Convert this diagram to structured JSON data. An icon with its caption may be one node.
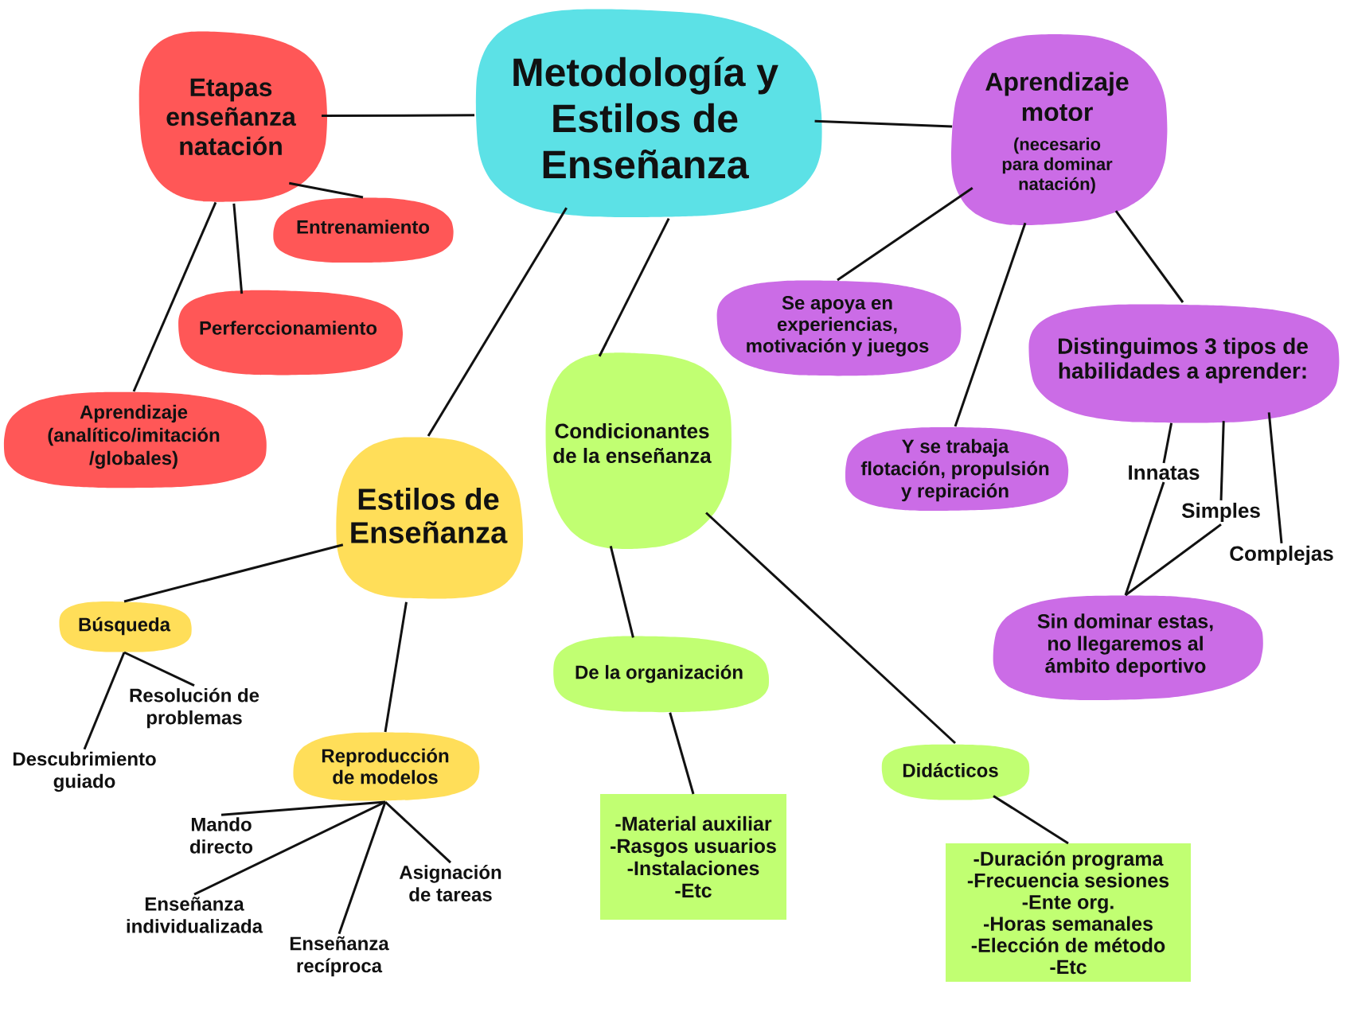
{
  "diagram": {
    "nodes": [
      {
        "text": [
          "Metodología y Estilos de Enseñanza"
        ]
      },
      {
        "text": [
          "Etapas enseñanza natación"
        ]
      },
      {
        "text": [
          "Entrenamiento"
        ]
      },
      {
        "text": [
          "Perferccionamiento"
        ]
      },
      {
        "text": [
          "Aprendizaje (analítico/imitación /globales)"
        ]
      },
      {
        "text": [
          "Aprendizaje motor",
          "(necesario para dominar natación)"
        ]
      },
      {
        "text": [
          "Se apoya en experiencias, motivación y juegos"
        ]
      },
      {
        "text": [
          "Y se trabaja flotación, propulsión y repiración"
        ]
      },
      {
        "text": [
          "Distinguimos 3 tipos de habilidades a aprender:"
        ]
      },
      {
        "text": [
          "Innatas"
        ]
      },
      {
        "text": [
          "Simples"
        ]
      },
      {
        "text": [
          "Complejas"
        ]
      },
      {
        "text": [
          "Sin dominar estas, no llegaremos al ámbito deportivo"
        ]
      },
      {
        "text": [
          "Estilos de Enseñanza"
        ]
      },
      {
        "text": [
          "Búsqueda"
        ]
      },
      {
        "text": [
          "Resolución de problemas"
        ]
      },
      {
        "text": [
          "Descubrimiento guiado"
        ]
      },
      {
        "text": [
          "Reproducción de modelos"
        ]
      },
      {
        "text": [
          "Mando directo"
        ]
      },
      {
        "text": [
          "Enseñanza individualizada"
        ]
      },
      {
        "text": [
          "Enseñanza recíproca"
        ]
      },
      {
        "text": [
          "Asignación de tareas"
        ]
      },
      {
        "text": [
          "Condicionantes de la enseñanza"
        ]
      },
      {
        "text": [
          "De la organización"
        ]
      },
      {
        "text": [
          "-Material auxiliar",
          "-Rasgos usuarios",
          "-Instalaciones",
          "-Etc"
        ]
      },
      {
        "text": [
          "Didácticos"
        ]
      },
      {
        "text": [
          "-Duración programa",
          "-Frecuencia sesiones",
          "-Ente org.",
          "-Horas semanales",
          "-Elección de método",
          "-Etc"
        ]
      }
    ],
    "edges": [
      {
        "from": 0,
        "to": 1,
        "arrow": "none"
      },
      {
        "from": 0,
        "to": 5,
        "arrow": "none"
      },
      {
        "from": 0,
        "to": 13,
        "arrow": "none"
      },
      {
        "from": 0,
        "to": 22,
        "arrow": "none"
      },
      {
        "from": 1,
        "to": 2,
        "arrow": "none"
      },
      {
        "from": 1,
        "to": 3,
        "arrow": "none"
      },
      {
        "from": 1,
        "to": 4,
        "arrow": "none"
      },
      {
        "from": 5,
        "to": 6,
        "arrow": "none"
      },
      {
        "from": 5,
        "to": 7,
        "arrow": "none"
      },
      {
        "from": 5,
        "to": 8,
        "arrow": "none"
      },
      {
        "from": 8,
        "to": 9,
        "arrow": "none"
      },
      {
        "from": 8,
        "to": 10,
        "arrow": "none"
      },
      {
        "from": 8,
        "to": 11,
        "arrow": "none"
      },
      {
        "from": 9,
        "to": 12,
        "arrow": "none"
      },
      {
        "from": 10,
        "to": 12,
        "arrow": "none"
      },
      {
        "from": 13,
        "to": 14,
        "arrow": "none"
      },
      {
        "from": 13,
        "to": 17,
        "arrow": "none"
      },
      {
        "from": 14,
        "to": 15,
        "arrow": "none"
      },
      {
        "from": 14,
        "to": 16,
        "arrow": "none"
      },
      {
        "from": 17,
        "to": 18,
        "arrow": "none"
      },
      {
        "from": 17,
        "to": 19,
        "arrow": "none"
      },
      {
        "from": 17,
        "to": 20,
        "arrow": "none"
      },
      {
        "from": 17,
        "to": 21,
        "arrow": "none"
      },
      {
        "from": 22,
        "to": 23,
        "arrow": "none"
      },
      {
        "from": 22,
        "to": 25,
        "arrow": "none"
      },
      {
        "from": 23,
        "to": 24,
        "arrow": "none"
      },
      {
        "from": 25,
        "to": 26,
        "arrow": "none"
      }
    ]
  }
}
